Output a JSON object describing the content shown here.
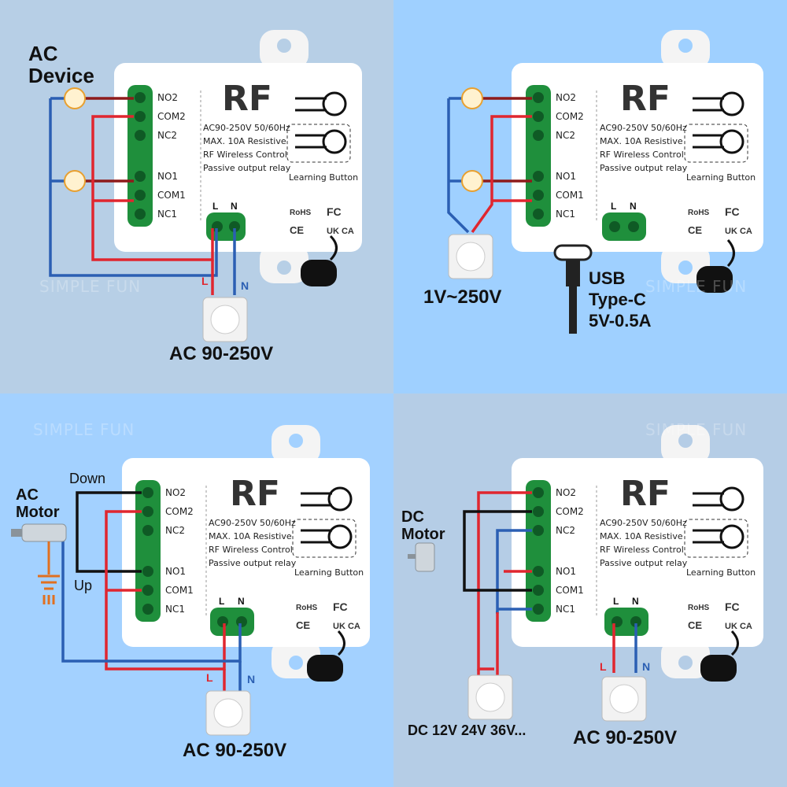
{
  "module": {
    "title": "RF",
    "terminals": [
      "NO2",
      "COM2",
      "NC2",
      "NO1",
      "COM1",
      "NC1"
    ],
    "input_labels": {
      "l": "L",
      "n": "N"
    },
    "specs": [
      "AC90-250V 50/60Hz",
      "MAX. 10A  Resistive",
      "RF Wireless Control",
      "Passive output relay"
    ],
    "learning_button": "Learning Button",
    "certifications": [
      "RoHS",
      "FC",
      "CE",
      "UK CA"
    ]
  },
  "watermark": "SIMPLE FUN",
  "panels": {
    "ac_device": {
      "load_label": "AC Device",
      "supply_label": "AC 90-250V",
      "line_label": "L",
      "neutral_label": "N"
    },
    "usb": {
      "supply_label": "1V~250V",
      "usb_lines": [
        "USB",
        "Type-C",
        "5V-0.5A"
      ]
    },
    "ac_motor": {
      "load_label": "AC Motor",
      "down_label": "Down",
      "up_label": "Up",
      "supply_label": "AC 90-250V",
      "line_label": "L",
      "neutral_label": "N"
    },
    "dc_motor": {
      "load_label": "DC Motor",
      "dc_supply_label": "DC 12V 24V 36V...",
      "ac_supply_label": "AC 90-250V",
      "line_label": "L",
      "neutral_label": "N"
    }
  },
  "colors": {
    "live": "#e0262f",
    "neutral": "#2b5fb3",
    "dark_red": "#8e1b1b",
    "terminal": "#1f8f3c",
    "ground": "#e07020"
  }
}
